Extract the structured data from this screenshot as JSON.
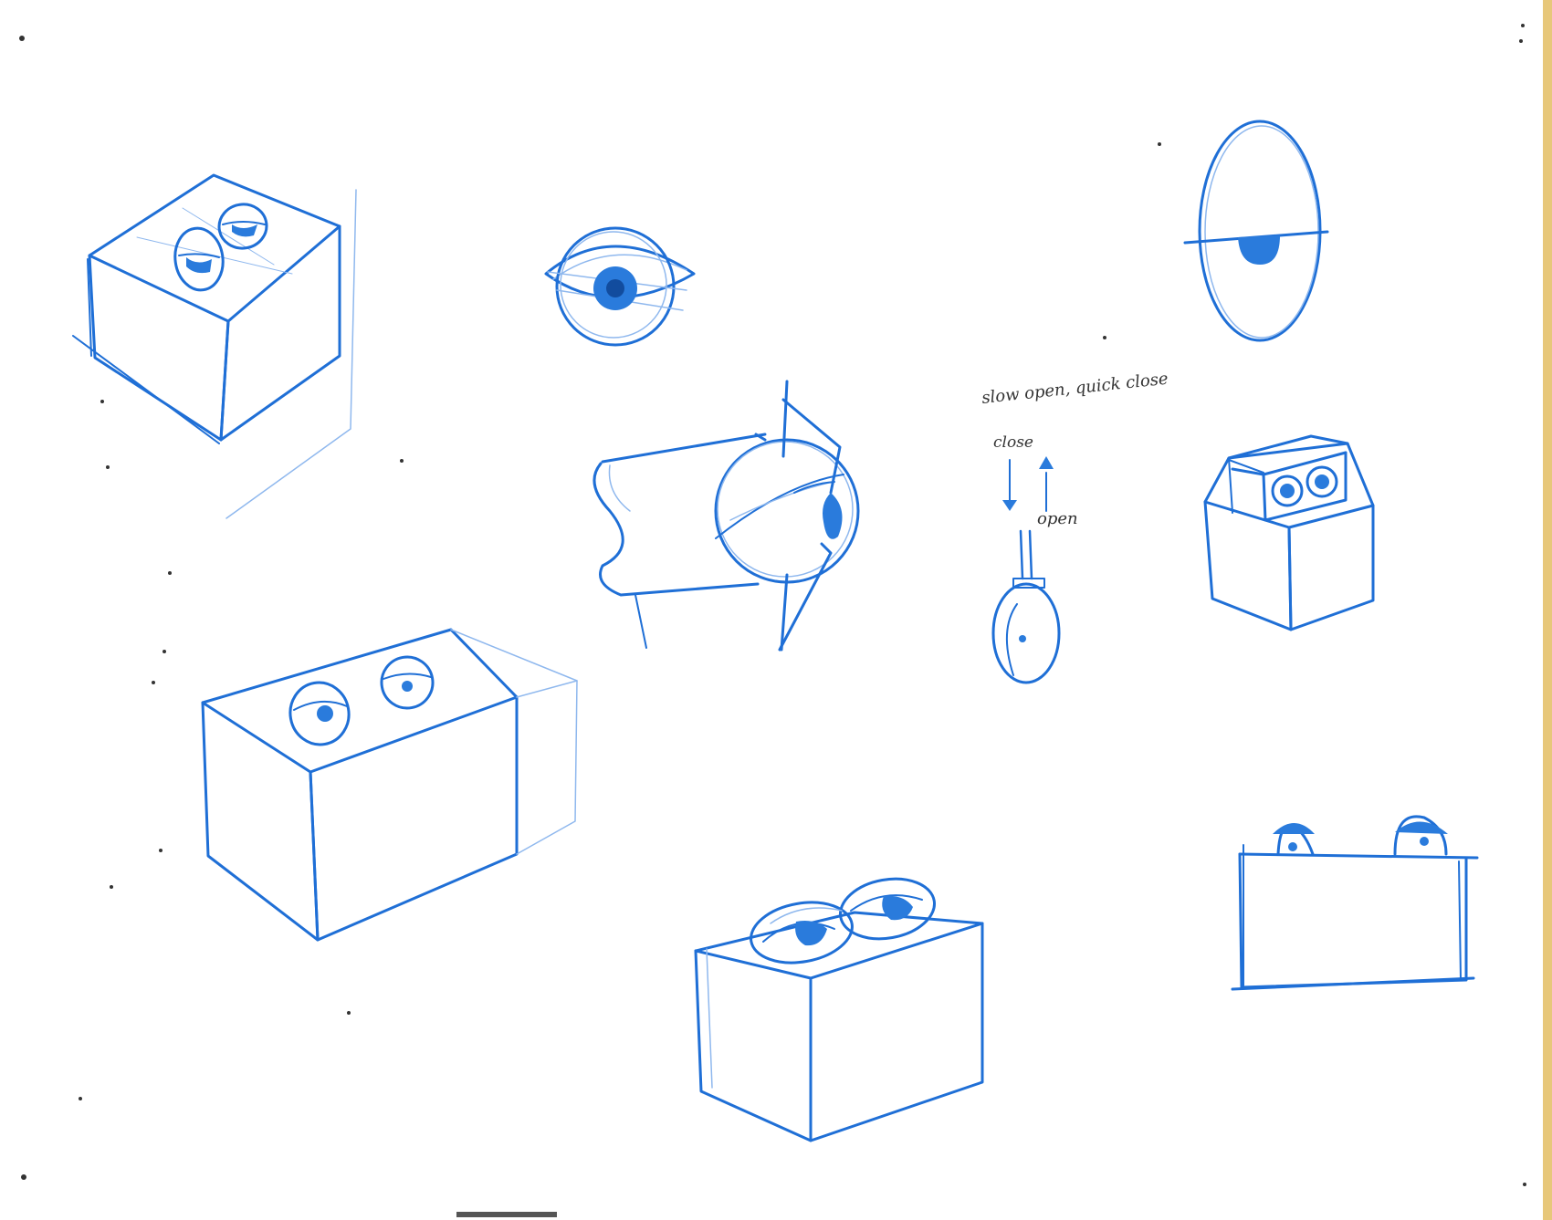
{
  "sheet": {
    "paper_color": "#ffffff",
    "edge_color": "#e7c77a",
    "ink_color": "#1f6fd6",
    "ink_light": "#8fb8ee",
    "fill_color": "#2a7bdc"
  },
  "annotations": {
    "note": "slow open, quick close",
    "close_label": "close",
    "open_label": "open"
  },
  "sketches": [
    {
      "name": "box-with-two-eyes-top-left"
    },
    {
      "name": "single-eye-iris"
    },
    {
      "name": "eyeball-side-mechanism"
    },
    {
      "name": "eyelid-motion-diagram"
    },
    {
      "name": "oval-eye-half-lid"
    },
    {
      "name": "box-on-box-with-eyes"
    },
    {
      "name": "long-box-with-two-eyes"
    },
    {
      "name": "box-with-eyelids"
    },
    {
      "name": "box-with-peeking-eyes"
    }
  ]
}
